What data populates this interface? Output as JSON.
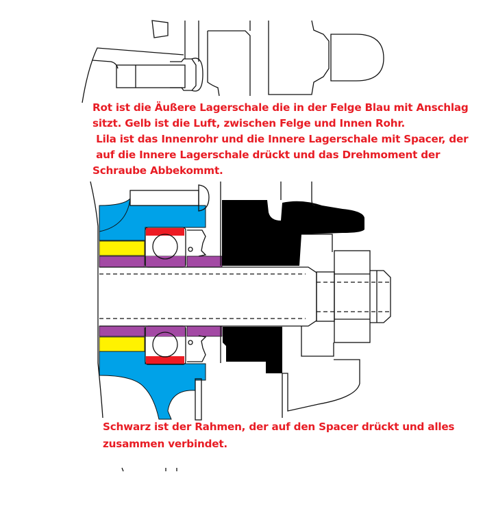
{
  "annotations": {
    "top": [
      "Rot ist die Äußere Lagerschale die in der Felge Blau mit Anschlag",
      "sitzt. Gelb ist die Luft, zwischen Felge und Innen Rohr.",
      " Lila ist das Innenrohr und die Innere Lagerschale mit Spacer, der",
      " auf die Innere Lagerschale drückt und das Drehmoment der",
      "Schraube Abbekommt."
    ],
    "bottom": [
      "Schwarz ist der Rahmen, der auf den Spacer drückt und alles",
      "zusammen verbindet."
    ]
  },
  "colors": {
    "outer_bearing_race": "#ed1c24",
    "rim": "#00a2e8",
    "air_gap": "#fff200",
    "inner_tube": "#a349a4",
    "frame": "#000000",
    "text": "#e81c24"
  }
}
